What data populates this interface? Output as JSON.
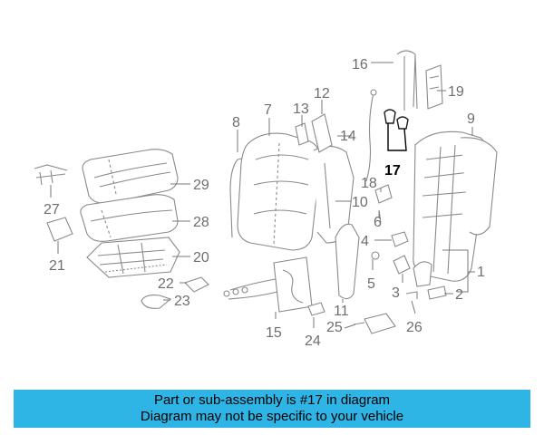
{
  "callouts": [
    "1",
    "2",
    "3",
    "4",
    "5",
    "6",
    "7",
    "8",
    "9",
    "10",
    "11",
    "12",
    "13",
    "14",
    "15",
    "16",
    "17",
    "18",
    "19",
    "20",
    "21",
    "22",
    "23",
    "24",
    "25",
    "26",
    "27",
    "28",
    "29"
  ],
  "highlight_callout": "17",
  "banner": {
    "line1": "Part or sub-assembly is #17 in diagram",
    "line2": "Diagram may not be specific to your vehicle"
  },
  "colors": {
    "banner_bg": "#2fb4e6",
    "callout_text": "#6e6e6e",
    "highlight_text": "#000000"
  }
}
